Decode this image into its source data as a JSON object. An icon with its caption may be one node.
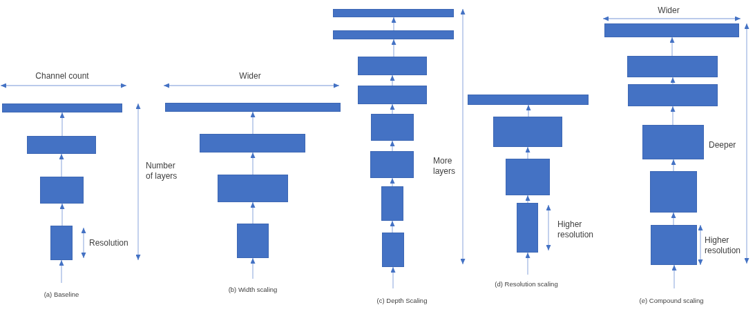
{
  "diagram": {
    "nodes": [
      {
        "text": [],
        "shape": "box"
      },
      {
        "text": [],
        "shape": "box"
      },
      {
        "text": [],
        "shape": "box"
      },
      {
        "text": [],
        "shape": "box"
      },
      {
        "text": [],
        "shape": "box"
      },
      {
        "text": [],
        "shape": "box"
      },
      {
        "text": [],
        "shape": "box"
      },
      {
        "text": [],
        "shape": "box"
      },
      {
        "text": [],
        "shape": "box"
      },
      {
        "text": [],
        "shape": "box"
      },
      {
        "text": [],
        "shape": "box"
      },
      {
        "text": [],
        "shape": "box"
      },
      {
        "text": [],
        "shape": "box"
      },
      {
        "text": [],
        "shape": "box"
      },
      {
        "text": [],
        "shape": "box"
      },
      {
        "text": [],
        "shape": "box"
      },
      {
        "text": [],
        "shape": "box"
      },
      {
        "text": [],
        "shape": "box"
      },
      {
        "text": [],
        "shape": "box"
      },
      {
        "text": [],
        "shape": "box"
      },
      {
        "text": [],
        "shape": "box"
      },
      {
        "text": [],
        "shape": "box"
      },
      {
        "text": [],
        "shape": "box"
      },
      {
        "text": [],
        "shape": "box"
      },
      {
        "text": [],
        "shape": "box"
      },
      {
        "text": [],
        "shape": "box"
      }
    ],
    "edges": [
      {
        "from": null,
        "to": 3,
        "arrow": "to"
      },
      {
        "from": 3,
        "to": 2,
        "arrow": "to"
      },
      {
        "from": 2,
        "to": 1,
        "arrow": "to"
      },
      {
        "from": 1,
        "to": 0,
        "arrow": "to"
      },
      {
        "from": null,
        "to": 7,
        "arrow": "to"
      },
      {
        "from": 7,
        "to": 6,
        "arrow": "to"
      },
      {
        "from": 6,
        "to": 5,
        "arrow": "to"
      },
      {
        "from": 5,
        "to": 4,
        "arrow": "to"
      },
      {
        "from": null,
        "to": 15,
        "arrow": "to"
      },
      {
        "from": 15,
        "to": 14,
        "arrow": "to"
      },
      {
        "from": 14,
        "to": 13,
        "arrow": "to"
      },
      {
        "from": 13,
        "to": 12,
        "arrow": "to"
      },
      {
        "from": 12,
        "to": 11,
        "arrow": "to"
      },
      {
        "from": 11,
        "to": 10,
        "arrow": "to"
      },
      {
        "from": 10,
        "to": 9,
        "arrow": "to"
      },
      {
        "from": 9,
        "to": 8,
        "arrow": "to"
      },
      {
        "from": null,
        "to": 19,
        "arrow": "to"
      },
      {
        "from": 19,
        "to": 18,
        "arrow": "to"
      },
      {
        "from": 18,
        "to": 17,
        "arrow": "to"
      },
      {
        "from": 17,
        "to": 16,
        "arrow": "to"
      },
      {
        "from": null,
        "to": 25,
        "arrow": "to"
      },
      {
        "from": 25,
        "to": 24,
        "arrow": "to"
      },
      {
        "from": 24,
        "to": 23,
        "arrow": "to"
      },
      {
        "from": 23,
        "to": 22,
        "arrow": "to"
      },
      {
        "from": 22,
        "to": 21,
        "arrow": "to"
      },
      {
        "from": 21,
        "to": 20,
        "arrow": "to"
      }
    ],
    "labels": [
      "Channel count",
      "Number of layers",
      "Resolution",
      "(a) Baseline",
      "Wider",
      "(b) Width scaling",
      "More layers",
      "(c) Depth Scaling",
      "Higher resolution",
      "(d) Resolution scaling",
      "Wider",
      "Deeper",
      "Higher resolution",
      "(e) Compound scaling"
    ]
  }
}
